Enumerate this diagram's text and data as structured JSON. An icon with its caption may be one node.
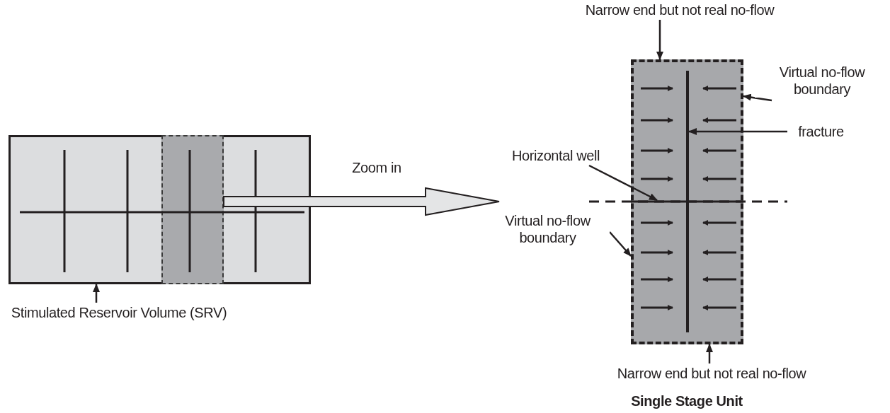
{
  "diagram": {
    "caption": "Single Stage Unit",
    "nodes": [
      {
        "text": [],
        "shape": "box"
      },
      {
        "text": [],
        "shape": "box",
        "in": 0
      },
      {
        "text": [
          "Stimulated Reservoir Volume (SRV)"
        ]
      },
      {
        "text": [],
        "shape": "box"
      },
      {
        "text": [
          "Narrow end but not real no-flow"
        ]
      },
      {
        "text": [
          "Virtual no-flow boundary"
        ]
      },
      {
        "text": [
          "fracture"
        ]
      },
      {
        "text": [],
        "shape": "bar",
        "in": 3
      },
      {
        "text": [
          "Horizontal well"
        ]
      },
      {
        "text": [],
        "shape": "bar"
      },
      {
        "text": [
          "Virtual no-flow boundary"
        ]
      },
      {
        "text": [
          "Narrow end but not real no-flow"
        ]
      }
    ],
    "edges": [
      {
        "from": 2,
        "to": 0,
        "arrow": "to"
      },
      {
        "from": 1,
        "to": null,
        "arrow": "to",
        "label": "Zoom in",
        "style": "thick"
      },
      {
        "from": 4,
        "to": 3,
        "arrow": "to"
      },
      {
        "from": 5,
        "to": 3,
        "arrow": "to"
      },
      {
        "from": 6,
        "to": 7,
        "arrow": "to"
      },
      {
        "from": 8,
        "to": 9,
        "arrow": "to"
      },
      {
        "from": 10,
        "to": 3,
        "arrow": "to"
      },
      {
        "from": 11,
        "to": 3,
        "arrow": "to"
      }
    ]
  }
}
